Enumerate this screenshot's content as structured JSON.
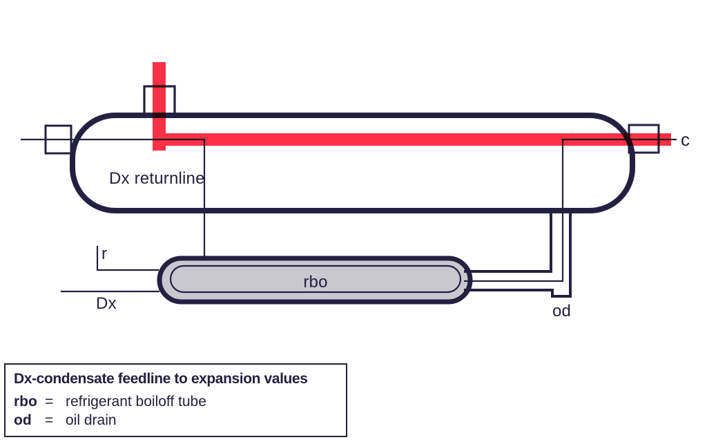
{
  "colors": {
    "navy": "#232041",
    "red": "#FC3046",
    "gray": "#C9C8CE",
    "white": "#FFFFFF"
  },
  "diagram": {
    "labels": {
      "dx_returnline": "Dx returnline",
      "rbo": "rbo",
      "od": "od",
      "c": "c",
      "r": "r",
      "dx": "Dx"
    }
  },
  "legend": {
    "title": "Dx-condensate feedline to expansion values",
    "entries": [
      {
        "term": "rbo",
        "eq": "=",
        "definition": "refrigerant boiloff tube"
      },
      {
        "term": "od",
        "eq": "=",
        "definition": "oil drain"
      }
    ]
  }
}
